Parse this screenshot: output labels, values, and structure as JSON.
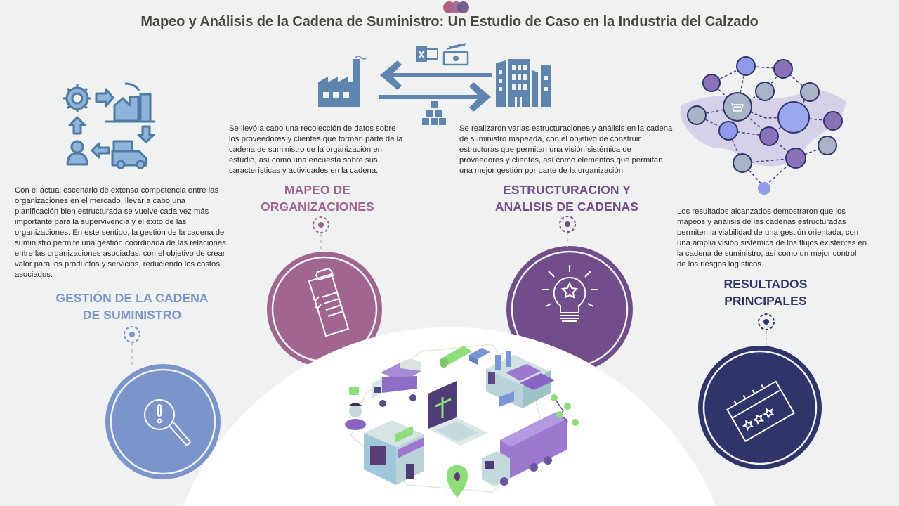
{
  "header": {
    "title": "Mapeo y Análisis de la Cadena de Suministro: Un Estudio de Caso en la Industria del Calzado",
    "logo_icon": "three-overlapping-circles-logo"
  },
  "colors": {
    "background": "#f0f1f1",
    "title": "#47493f",
    "gestion": "#7b94c9",
    "mapeo": "#a0668f",
    "estructuracion": "#714d89",
    "resultados": "#2f356a",
    "illustration_blue": "#5f85ae",
    "logo": [
      "#b3607a",
      "#9c6798",
      "#6f5a8a"
    ]
  },
  "sections": {
    "gestion": {
      "heading_line1": "GESTIÓN DE LA CADENA",
      "heading_line2": "DE SUMINISTRO",
      "icon": "magnifier-alert-icon",
      "illustration": "supply-cycle-icon",
      "text": "Con el actual escenario de extensa competencia entre las organizaciones en el mercado, llevar a cabo una planificación bien estructurada se vuelve cada vez más importante para la supervivencia y el éxito de las organizaciones. En este sentido, la gestión de la cadena de suministro permite una gestión coordinada de las relaciones entre las organizaciones asociadas, con el objetivo de crear valor para los productos y servicios, reduciendo los costos asociados."
    },
    "mapeo": {
      "heading_line1": "MAPEO DE",
      "heading_line2": "ORGANIZACIONES",
      "icon": "clipboard-checklist-icon",
      "illustration": "factory-to-building-exchange-icon",
      "text": "Se llevó a cabo una recolección de datos sobre los proveedores y clientes que forman parte de la cadena de suministro de la organización en estudio, así como una encuesta sobre sus características y actividades en la cadena."
    },
    "estructuracion": {
      "heading_line1": "ESTRUCTURACION Y",
      "heading_line2": "ANALISIS DE CADENAS",
      "icon": "lightbulb-star-icon",
      "text": "Se realizaron varias estructuraciones y análisis en la cadena de suministro mapeada, con el objetivo de construir estructuras que permitan una visión sistémica de proveedores y clientes, así como elementos que permitan una mejor gestión por parte de la organización."
    },
    "resultados": {
      "heading_line1": "RESULTADOS",
      "heading_line2": "PRINCIPALES",
      "icon": "notebook-stars-icon",
      "illustration": "global-network-map-icon",
      "text": "Los resultados alcanzados demostraron que los mapeos y análisis de las cadenas estructuradas permiten la viabilidad de una gestión orientada, con una amplia visión sistémica de los flujos existentes en la cadena de suministro, así como un mejor control de los riesgos logísticos."
    }
  },
  "center_illustration": "isometric-supply-chain-icon"
}
